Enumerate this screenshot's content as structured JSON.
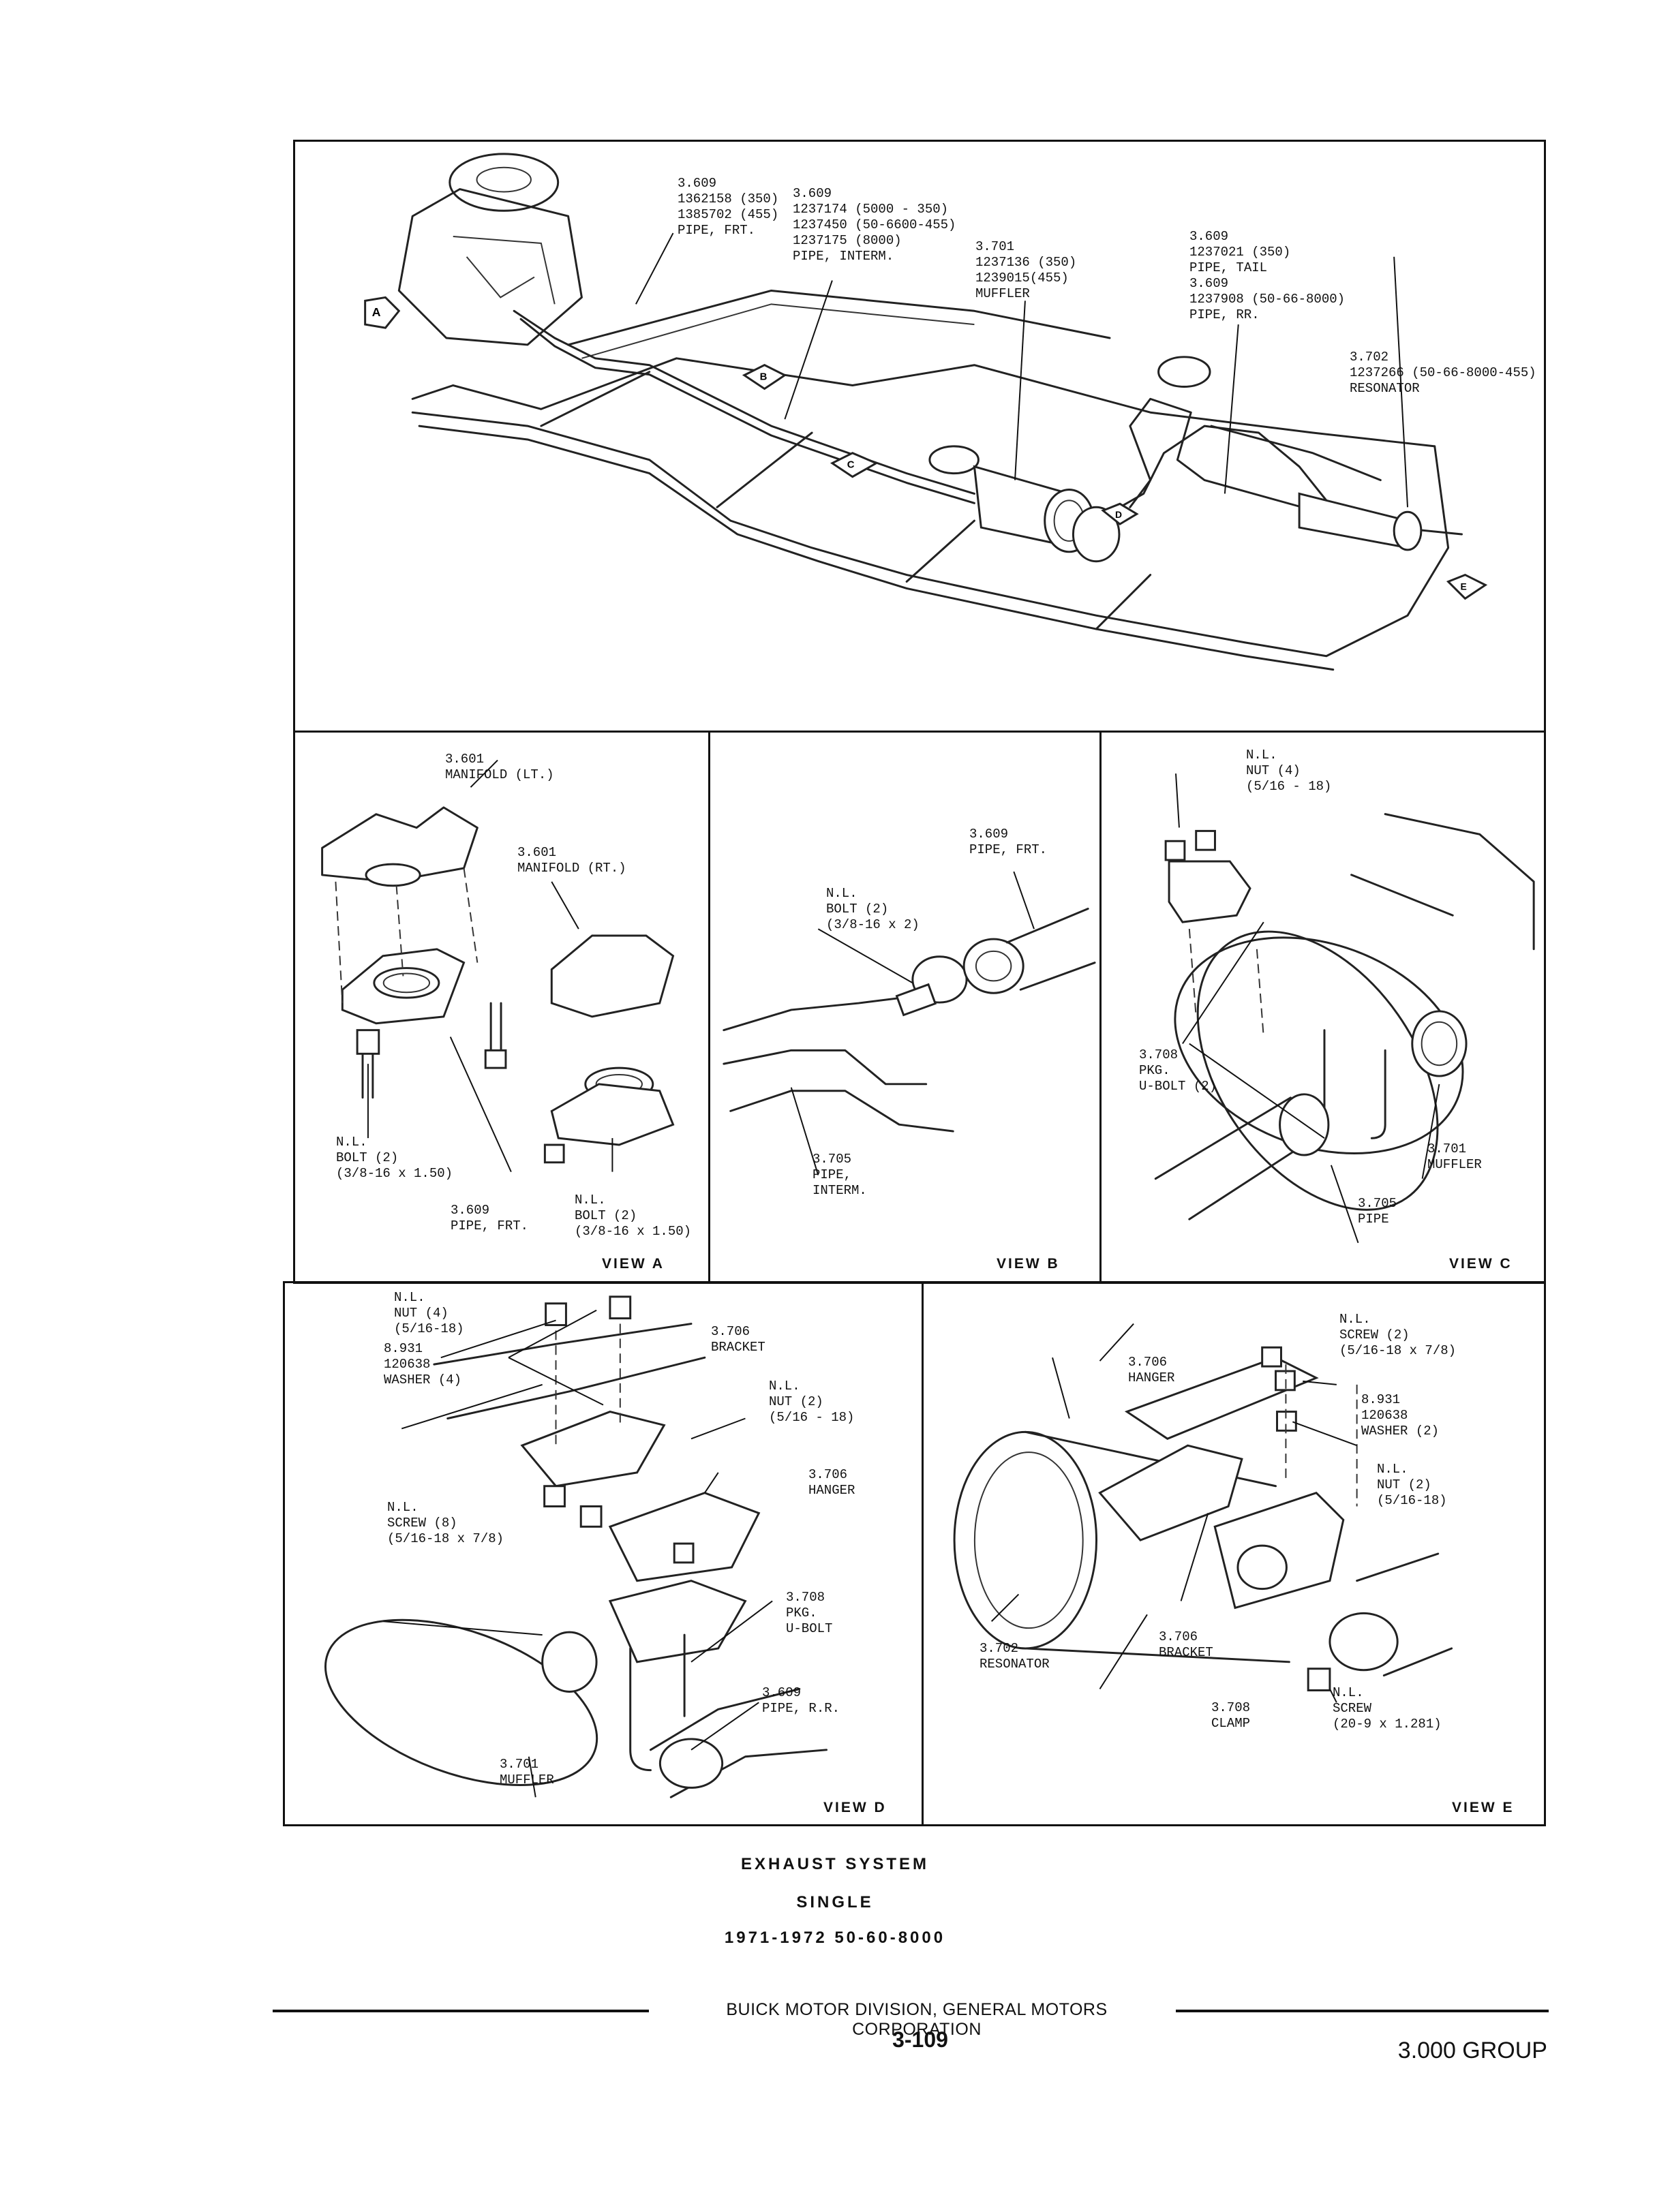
{
  "main_diagram": {
    "labels": [
      {
        "id": "front_pipe",
        "text": "3.609\n1362158 (350)\n1385702 (455)\nPIPE, FRT."
      },
      {
        "id": "interm_pipe",
        "text": "3.609\n1237174 (5000 - 350)\n1237450 (50-6600-455)\n1237175 (8000)\nPIPE, INTERM."
      },
      {
        "id": "muffler",
        "text": "3.701\n1237136 (350)\n1239015(455)\nMUFFLER"
      },
      {
        "id": "tail_pipe",
        "text": "3.609\n1237021 (350)\nPIPE, TAIL\n3.609\n1237908 (50-66-8000)\nPIPE, RR."
      },
      {
        "id": "resonator",
        "text": "3.702\n1237266 (50-66-8000-455)\nRESONATOR"
      }
    ],
    "view_markers": [
      "A",
      "B",
      "C",
      "D",
      "E"
    ]
  },
  "view_a": {
    "title": "VIEW A",
    "labels": [
      {
        "id": "manifold_lt",
        "text": "3.601\nMANIFOLD (LT.)"
      },
      {
        "id": "manifold_rt",
        "text": "3.601\nMANIFOLD (RT.)"
      },
      {
        "id": "bolt_left",
        "text": "N.L.\nBOLT (2)\n(3/8-16 x 1.50)"
      },
      {
        "id": "pipe_frt",
        "text": "3.609\nPIPE, FRT."
      },
      {
        "id": "bolt_right",
        "text": "N.L.\nBOLT (2)\n(3/8-16 x 1.50)"
      }
    ]
  },
  "view_b": {
    "title": "VIEW B",
    "labels": [
      {
        "id": "pipe_frt",
        "text": "3.609\nPIPE, FRT."
      },
      {
        "id": "bolt",
        "text": "N.L.\nBOLT (2)\n(3/8-16 x 2)"
      },
      {
        "id": "pipe_interm",
        "text": "3.705\nPIPE,\nINTERM."
      }
    ]
  },
  "view_c": {
    "title": "VIEW C",
    "labels": [
      {
        "id": "nut",
        "text": "N.L.\nNUT (4)\n(5/16 - 18)"
      },
      {
        "id": "ubolt",
        "text": "3.708\nPKG.\nU-BOLT (2)"
      },
      {
        "id": "muffler",
        "text": "3.701\nMUFFLER"
      },
      {
        "id": "pipe",
        "text": "3.705\nPIPE"
      }
    ]
  },
  "view_d": {
    "title": "VIEW D",
    "labels": [
      {
        "id": "nut4",
        "text": "N.L.\nNUT (4)\n(5/16-18)"
      },
      {
        "id": "washer",
        "text": "8.931\n120638\nWASHER (4)"
      },
      {
        "id": "bracket",
        "text": "3.706\nBRACKET"
      },
      {
        "id": "nut2",
        "text": "N.L.\nNUT (2)\n(5/16 - 18)"
      },
      {
        "id": "hanger",
        "text": "3.706\nHANGER"
      },
      {
        "id": "screw",
        "text": "N.L.\nSCREW (8)\n(5/16-18 x 7/8)"
      },
      {
        "id": "ubolt",
        "text": "3.708\nPKG.\nU-BOLT"
      },
      {
        "id": "pipe_rr",
        "text": "3.609\nPIPE, R.R."
      },
      {
        "id": "muffler",
        "text": "3.701\nMUFFLER"
      }
    ]
  },
  "view_e": {
    "title": "VIEW E",
    "labels": [
      {
        "id": "screw2",
        "text": "N.L.\nSCREW (2)\n(5/16-18 x 7/8)"
      },
      {
        "id": "hanger",
        "text": "3.706\nHANGER"
      },
      {
        "id": "washer",
        "text": "8.931\n120638\nWASHER (2)"
      },
      {
        "id": "nut2",
        "text": "N.L.\nNUT (2)\n(5/16-18)"
      },
      {
        "id": "resonator",
        "text": "3.702\nRESONATOR"
      },
      {
        "id": "bracket",
        "text": "3.706\nBRACKET"
      },
      {
        "id": "clamp",
        "text": "3.708\nCLAMP"
      },
      {
        "id": "screw",
        "text": "N.L.\nSCREW\n(20-9 x 1.281)"
      }
    ]
  },
  "caption": {
    "line1": "EXHAUST SYSTEM",
    "line2": "SINGLE",
    "line3": "1971-1972 50-60-8000"
  },
  "footer": {
    "company": "BUICK MOTOR DIVISION, GENERAL MOTORS CORPORATION",
    "page": "3-109",
    "group": "3.000 GROUP"
  }
}
